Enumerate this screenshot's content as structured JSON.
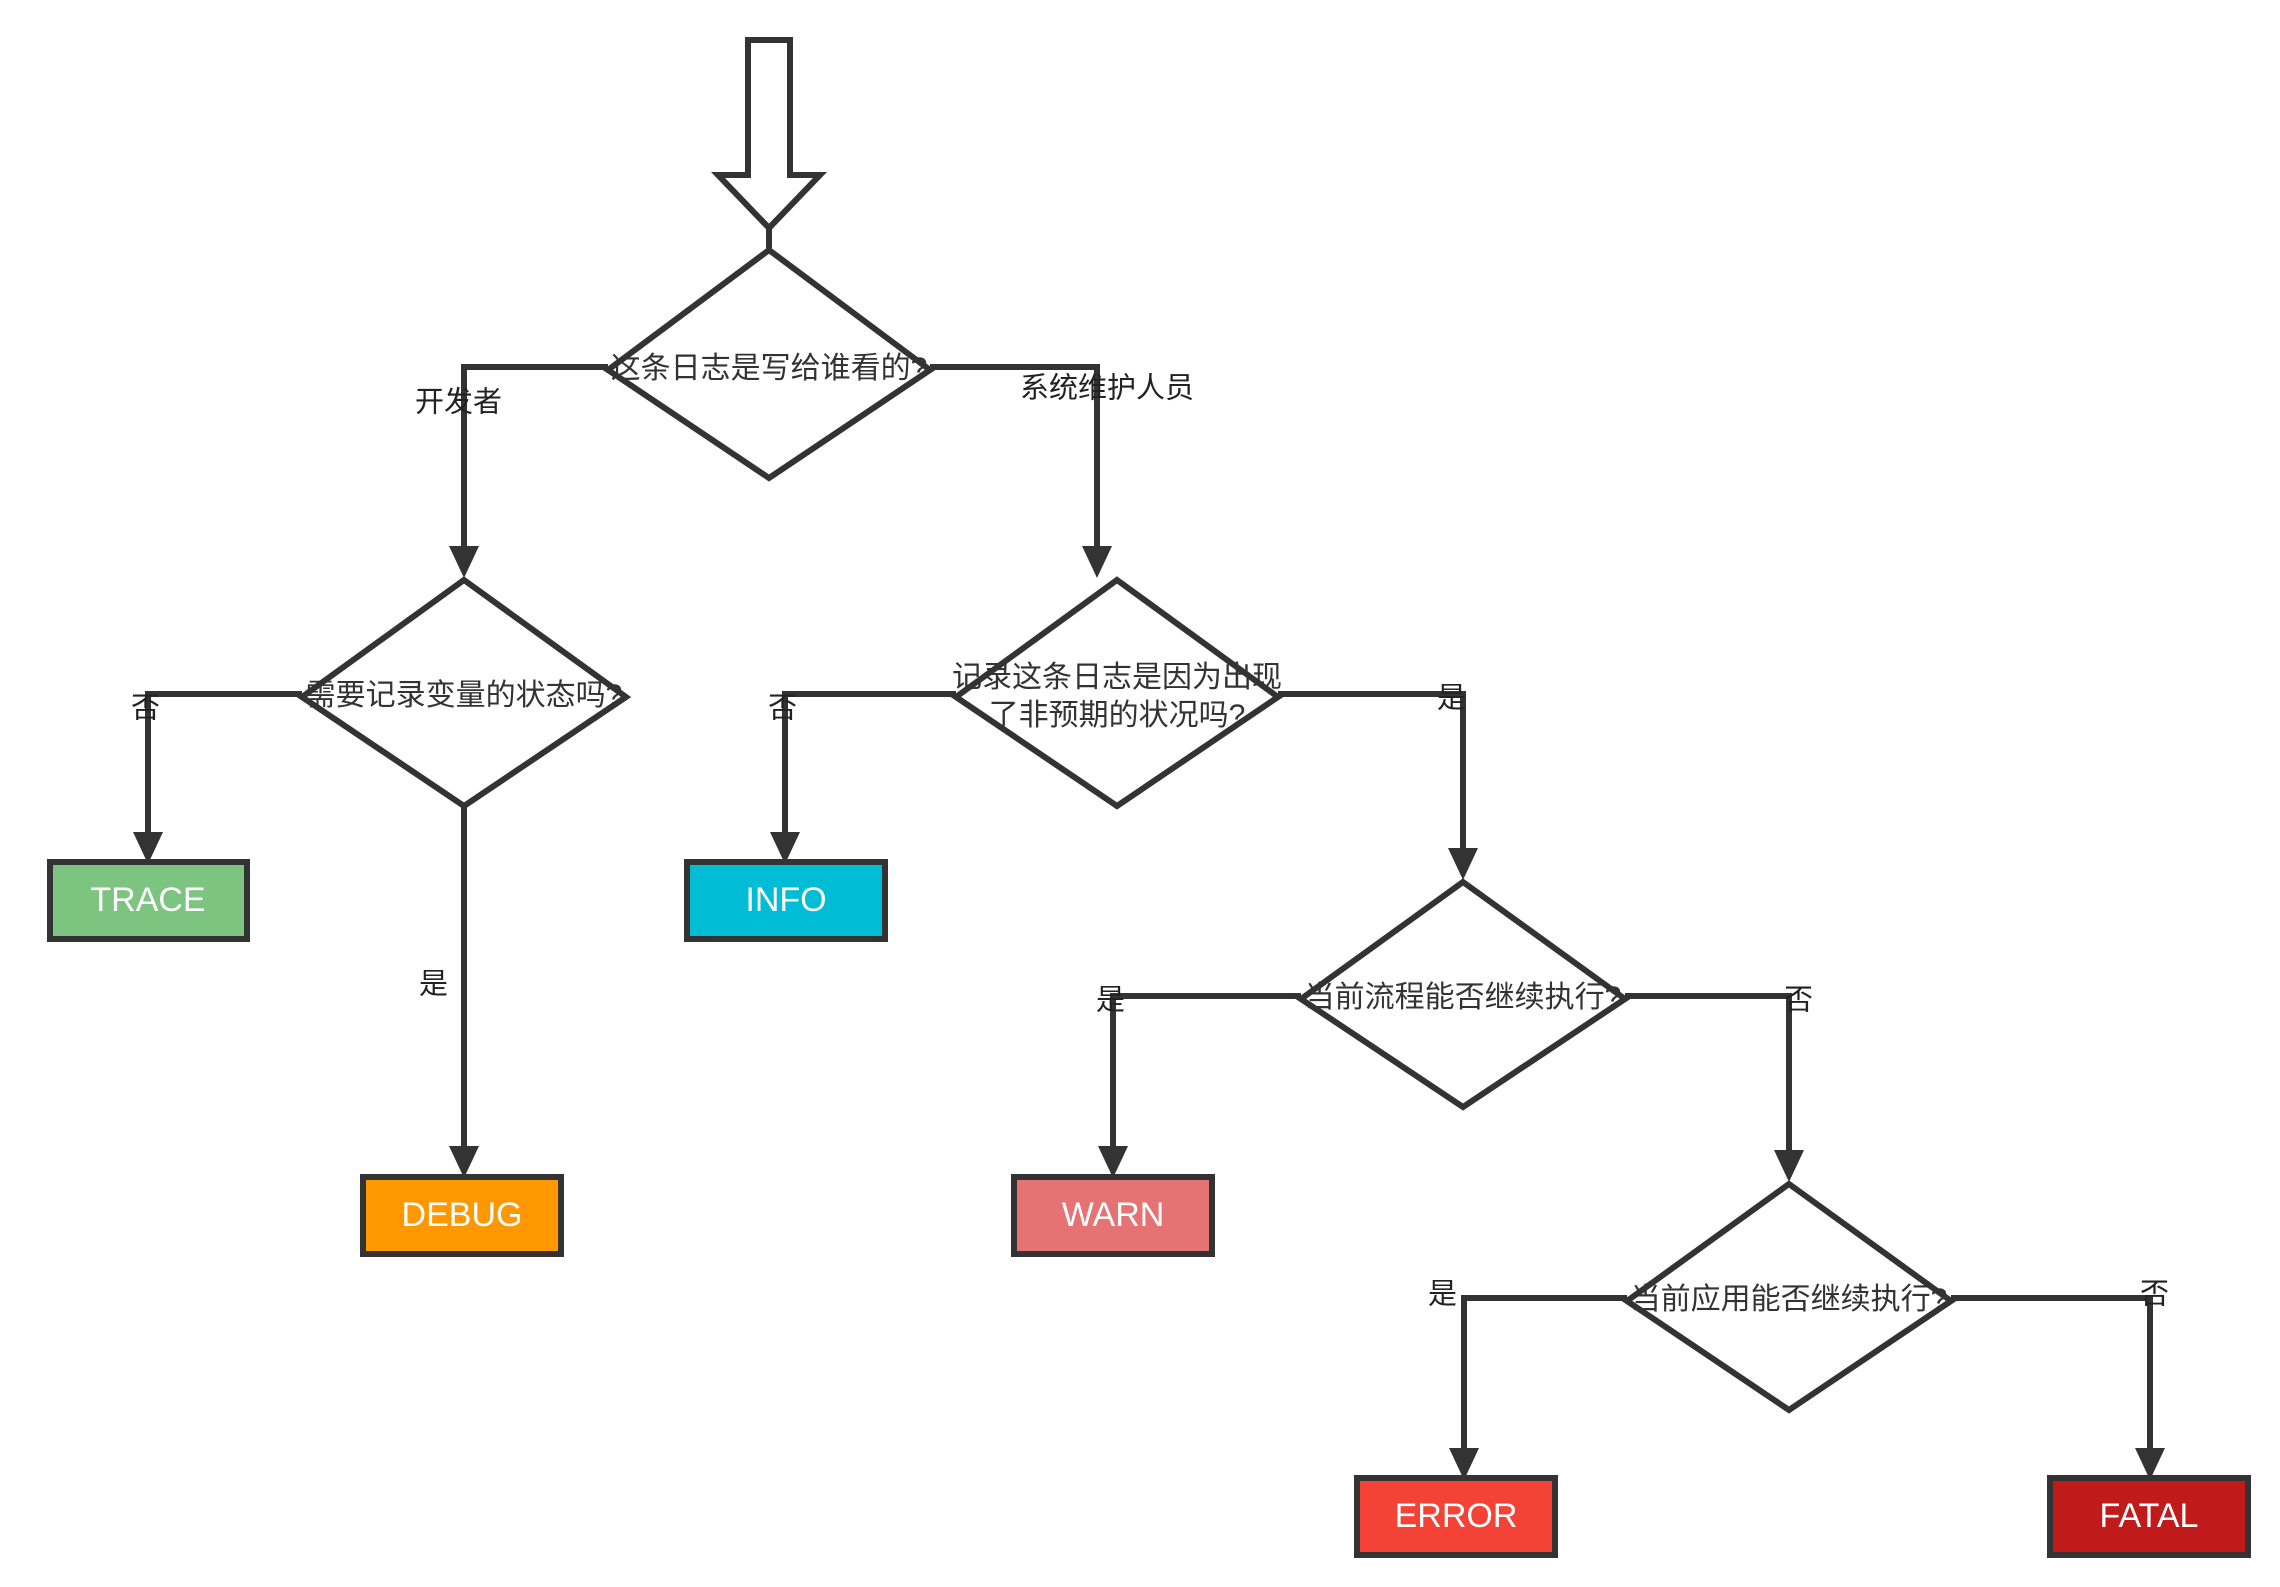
{
  "diagram": {
    "title": "日志级别选择决策流程图",
    "type": "flowchart",
    "background": "#ffffff",
    "line_color": "#333333",
    "start": {
      "icon": "down-arrow-icon"
    },
    "decisions": [
      {
        "id": "d1",
        "text": "这条日志是写给谁看的?",
        "lines": [
          "这条日志是写给谁看的?"
        ]
      },
      {
        "id": "d2",
        "text": "需要记录变量的状态吗?",
        "lines": [
          "需要记录变量的状态吗?"
        ]
      },
      {
        "id": "d3",
        "text": "记录这条日志是因为出现了非预期的状况吗?",
        "lines": [
          "记录这条日志是因为出现",
          "了非预期的状况吗?"
        ]
      },
      {
        "id": "d4",
        "text": "当前流程能否继续执行?",
        "lines": [
          "当前流程能否继续执行?"
        ]
      },
      {
        "id": "d5",
        "text": "当前应用能否继续执行?",
        "lines": [
          "当前应用能否继续执行?"
        ]
      }
    ],
    "terminals": [
      {
        "id": "trace",
        "label": "TRACE",
        "fill": "#7CC47F",
        "text_color": "#ffffff"
      },
      {
        "id": "debug",
        "label": "DEBUG",
        "fill": "#FF9800",
        "text_color": "#ffffff"
      },
      {
        "id": "info",
        "label": "INFO",
        "fill": "#00BCD4",
        "text_color": "#ffffff"
      },
      {
        "id": "warn",
        "label": "WARN",
        "fill": "#E57373",
        "text_color": "#ffffff"
      },
      {
        "id": "error",
        "label": "ERROR",
        "fill": "#F44336",
        "text_color": "#ffffff"
      },
      {
        "id": "fatal",
        "label": "FATAL",
        "fill": "#C01A1A",
        "text_color": "#ffffff"
      }
    ],
    "edge_labels": {
      "d1_left": "开发者",
      "d1_right": "系统维护人员",
      "d2_no": "否",
      "d2_yes": "是",
      "d3_no": "否",
      "d3_yes": "是",
      "d4_yes": "是",
      "d4_no": "否",
      "d5_yes": "是",
      "d5_no": "否"
    }
  }
}
